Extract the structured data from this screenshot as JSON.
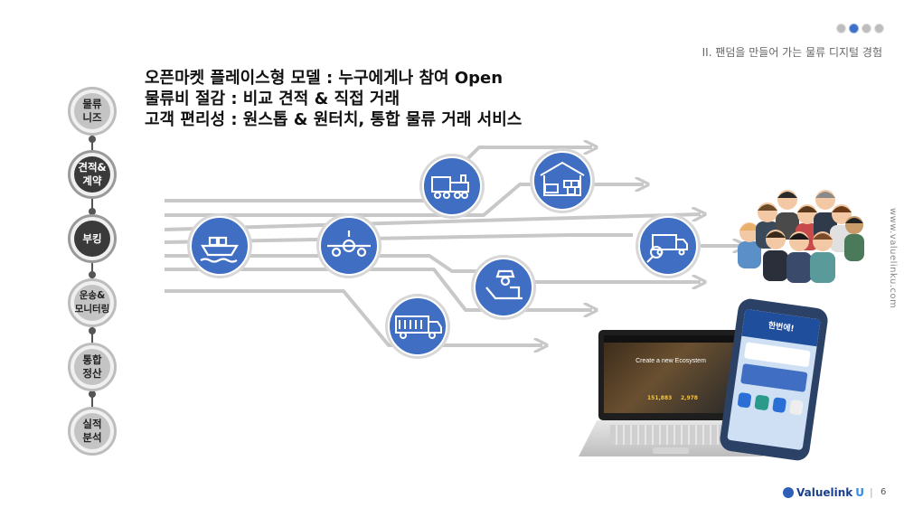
{
  "header": {
    "section_title": "II.  팬덤을 만들어 가는 물류 디지털 경험",
    "page_dots": [
      "dot-1",
      "dot-2",
      "dot-3",
      "dot-4"
    ],
    "active_dot": 1
  },
  "headline": {
    "line1": "오픈마켓 플레이스형 모델 : 누구에게나 참여 Open",
    "line2": "물류비 절감 : 비교 견적 & 직접 거래",
    "line3": "고객 편리성 : 원스톱 & 원터치, 통합 물류 거래 서비스"
  },
  "steps": [
    {
      "line1": "물류",
      "line2": "니즈",
      "style": "light"
    },
    {
      "line1": "견적&",
      "line2": "계약",
      "style": "dark"
    },
    {
      "line1": "부킹",
      "line2": "",
      "style": "dark"
    },
    {
      "line1": "운송&",
      "line2": "모니터링",
      "style": "light"
    },
    {
      "line1": "통합",
      "line2": "정산",
      "style": "light"
    },
    {
      "line1": "실적",
      "line2": "분석",
      "style": "light"
    }
  ],
  "icons": [
    "ship-icon",
    "airplane-icon",
    "cargo-truck-icon",
    "train-icon",
    "warehouse-icon",
    "customs-officer-icon",
    "truck-search-icon"
  ],
  "website": "www.valuelinku.com",
  "footer": {
    "logo_main": "Valuelink",
    "logo_u": "U",
    "page_number": "6"
  },
  "mockup": {
    "laptop_headline": "Create a new Ecosystem",
    "laptop_stat1": "151,883",
    "laptop_stat2": "2,978",
    "phone_title": "한번에!"
  },
  "colors": {
    "accent": "#3f6ec2",
    "arrow": "#c8c8c8",
    "step_dark": "#3a3a3a"
  }
}
